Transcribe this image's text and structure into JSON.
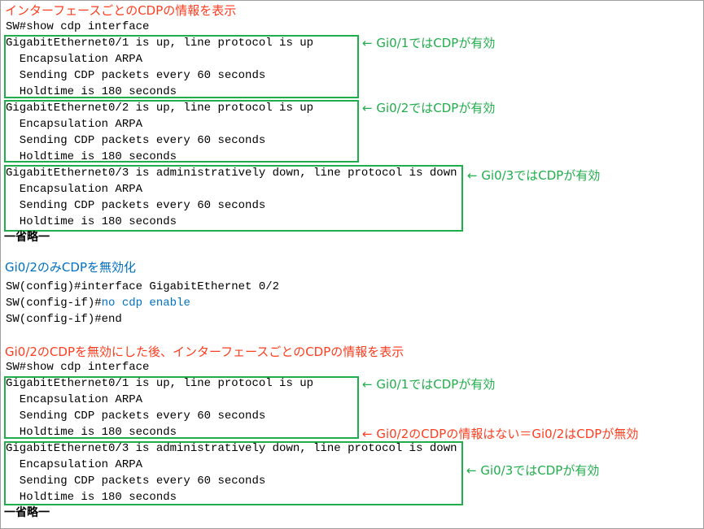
{
  "section1": {
    "heading": "インターフェースごとのCDPの情報を表示",
    "command": "SW#show cdp interface",
    "lines": [
      "GigabitEthernet0/1 is up, line protocol is up",
      "  Encapsulation ARPA",
      "  Sending CDP packets every 60 seconds",
      "  Holdtime is 180 seconds",
      "GigabitEthernet0/2 is up, line protocol is up",
      "  Encapsulation ARPA",
      "  Sending CDP packets every 60 seconds",
      "  Holdtime is 180 seconds",
      "GigabitEthernet0/3 is administratively down, line protocol is down",
      "  Encapsulation ARPA",
      "  Sending CDP packets every 60 seconds",
      "  Holdtime is 180 seconds"
    ],
    "omitted": "一省略一",
    "notes": [
      "← Gi0/1ではCDPが有効",
      "← Gi0/2ではCDPが有効",
      "← Gi0/3ではCDPが有効"
    ]
  },
  "section2": {
    "heading": "Gi0/2のみCDPを無効化",
    "line1": "SW(config)#interface GigabitEthernet 0/2",
    "line2_prompt": "SW(config-if)#",
    "line2_cmd": "no cdp enable",
    "line3": "SW(config-if)#end"
  },
  "section3": {
    "heading": "Gi0/2のCDPを無効にした後、インターフェースごとのCDPの情報を表示",
    "command": "SW#show cdp interface",
    "lines": [
      "GigabitEthernet0/1 is up, line protocol is up",
      "  Encapsulation ARPA",
      "  Sending CDP packets every 60 seconds",
      "  Holdtime is 180 seconds",
      "GigabitEthernet0/3 is administratively down, line protocol is down",
      "  Encapsulation ARPA",
      "  Sending CDP packets every 60 seconds",
      "  Holdtime is 180 seconds"
    ],
    "omitted": "一省略一",
    "notes": [
      "← Gi0/1ではCDPが有効",
      "← Gi0/2のCDPの情報はない＝Gi0/2はCDPが無効",
      "← Gi0/3ではCDPが有効"
    ]
  },
  "colors": {
    "red": "#ff3d1f",
    "green": "#1fae4b",
    "blue": "#0070c0"
  }
}
